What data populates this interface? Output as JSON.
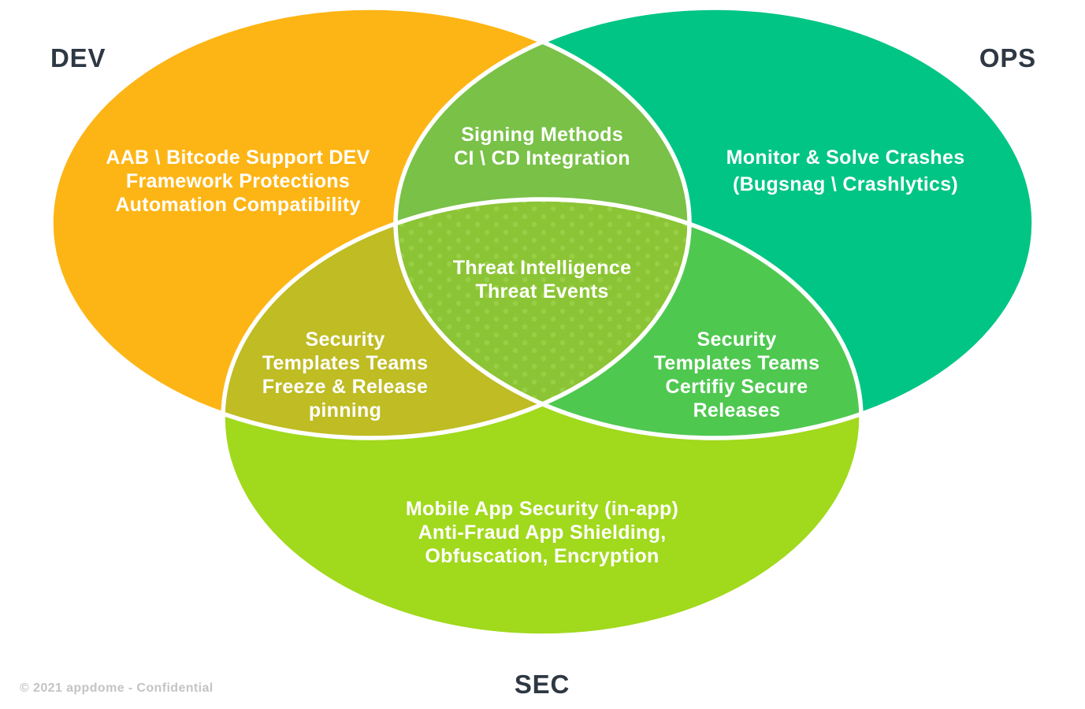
{
  "labels": {
    "dev": "DEV",
    "ops": "OPS",
    "sec": "SEC"
  },
  "regions": {
    "dev": {
      "lines": [
        "AAB \\ Bitcode Support DEV",
        "Framework Protections",
        "Automation Compatibility"
      ]
    },
    "ops": {
      "lines": [
        "Monitor & Solve Crashes",
        "(Bugsnag \\ Crashlytics)"
      ]
    },
    "sec": {
      "lines": [
        "Mobile App Security (in-app)",
        "Anti-Fraud App Shielding,",
        "Obfuscation, Encryption"
      ]
    },
    "dev_ops": {
      "lines": [
        "Signing Methods",
        "CI \\ CD Integration"
      ]
    },
    "dev_sec": {
      "lines": [
        "Security",
        "Templates Teams",
        "Freeze & Release",
        "pinning"
      ]
    },
    "ops_sec": {
      "lines": [
        "Security",
        "Templates Teams",
        "Certifiy Secure",
        "Releases"
      ]
    },
    "center": {
      "lines": [
        "Threat Intelligence",
        "Threat Events"
      ]
    }
  },
  "footer": "© 2021 appdome - Confidential",
  "colors": {
    "dev": "#FDB515",
    "ops": "#00C584",
    "sec": "#A1D91C",
    "dev_ops": "#79C147",
    "dev_sec": "#BFBC24",
    "ops_sec": "#4FC850",
    "center": "#8BC434",
    "center_dot": "#98CF46",
    "stroke": "#FFFFFF",
    "label_text": "#2E3843",
    "region_text": "#FFFFFF",
    "footer_text": "#C4C4C4"
  }
}
